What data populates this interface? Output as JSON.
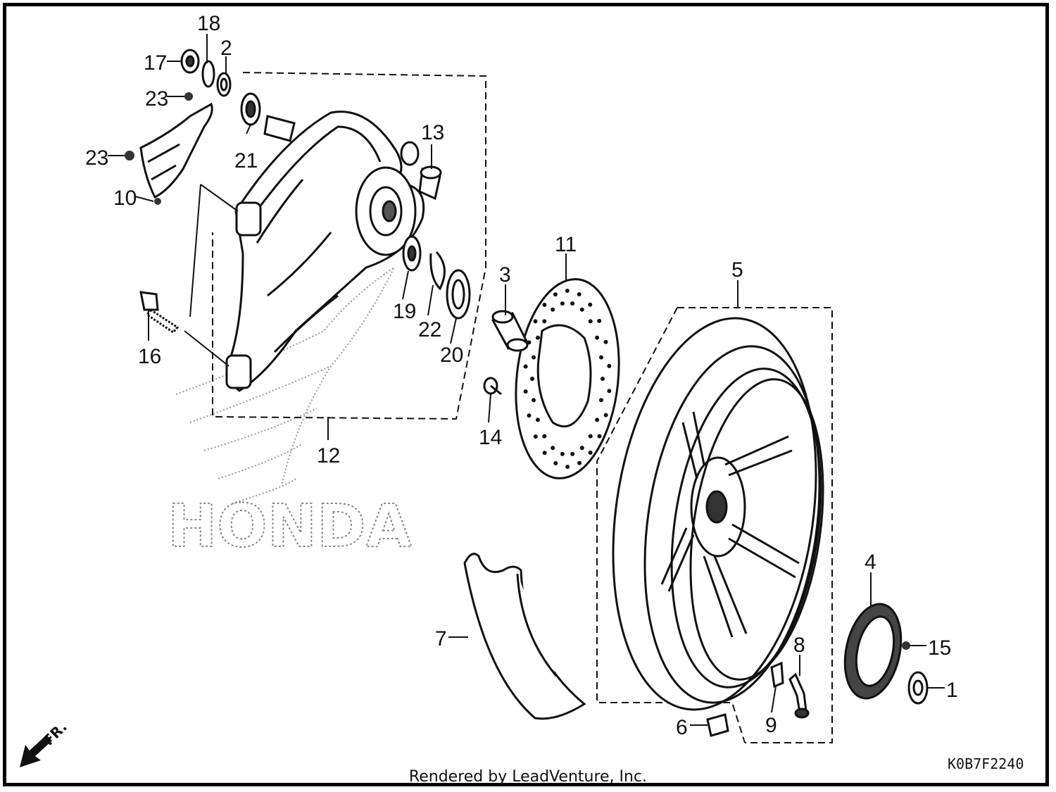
{
  "diagram": {
    "part_labels": [
      "1",
      "2",
      "3",
      "4",
      "5",
      "6",
      "7",
      "8",
      "9",
      "10",
      "11",
      "12",
      "13",
      "14",
      "15",
      "16",
      "17",
      "18",
      "19",
      "20",
      "21",
      "22",
      "23",
      "23"
    ],
    "direction_label": "FR.",
    "drawing_code": "K0B7F2240",
    "watermark": "HONDA"
  },
  "footer": {
    "credit": "Rendered by LeadVenture, Inc."
  },
  "colors": {
    "ink": "#111111",
    "paper": "#ffffff",
    "watermark": "#888888"
  }
}
